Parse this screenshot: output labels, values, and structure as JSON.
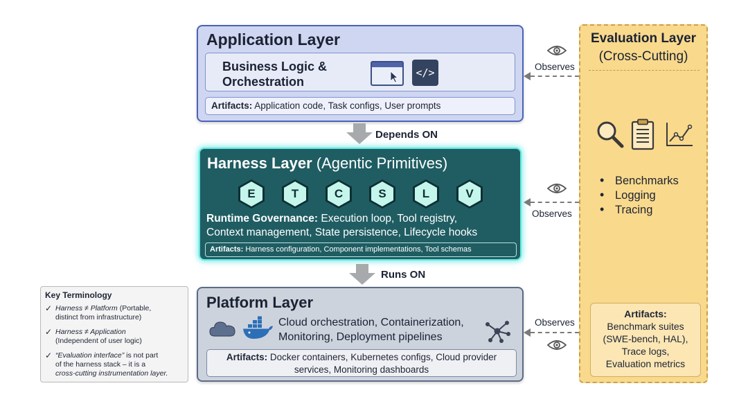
{
  "application_layer": {
    "title": "Application Layer",
    "description": "Business Logic & Orchestration",
    "icons": [
      "browser-window-icon",
      "code-icon"
    ],
    "code_glyph": "</>",
    "artifacts_label": "Artifacts:",
    "artifacts_text": " Application code, Task configs, User prompts"
  },
  "arrow_1": {
    "label": "Depends ON"
  },
  "harness_layer": {
    "title": "Harness Layer",
    "subtitle": " (Agentic Primitives)",
    "primitives": [
      "E",
      "T",
      "C",
      "S",
      "L",
      "V"
    ],
    "runtime_label": "Runtime Governance:",
    "runtime_text_1": " Execution loop, Tool registry,",
    "runtime_text_2": "Context management, State persistence, Lifecycle hooks",
    "artifacts_label": "Artifacts:",
    "artifacts_text": " Harness configuration, Component implementations, Tool schemas"
  },
  "arrow_2": {
    "label": "Runs ON"
  },
  "platform_layer": {
    "title": "Platform Layer",
    "icons": [
      "cloud-icon",
      "docker-whale-icon",
      "network-nodes-icon"
    ],
    "description_1": "Cloud orchestration, Containerization,",
    "description_2": "Monitoring, Deployment pipelines",
    "artifacts_label": "Artifacts:",
    "artifacts_text_1": " Docker containers, Kubernetes configs, Cloud provider",
    "artifacts_text_2": "services, Monitoring dashboards"
  },
  "key_terminology": {
    "title": "Key Terminology",
    "check": "✓",
    "items": [
      {
        "term": "Harness ≠ Platform",
        "detail_1": " (Portable,",
        "detail_2": "distinct from infrastructure)"
      },
      {
        "term": "Harness ≠ Application",
        "detail_1": "",
        "detail_2": "(Independent of user logic)"
      },
      {
        "term": "“Evaluation interface”",
        "detail_1": " is not part",
        "detail_2": "of the harness stack – it is a",
        "detail_3": "cross-cutting instrumentation layer."
      }
    ]
  },
  "evaluation_layer": {
    "title": "Evaluation Layer",
    "subtitle": "(Cross-Cutting)",
    "icons": [
      "magnifier-icon",
      "clipboard-icon",
      "line-chart-icon"
    ],
    "items": [
      "Benchmarks",
      "Logging",
      "Tracing"
    ],
    "artifacts_label": "Artifacts:",
    "artifacts_lines": [
      "Benchmark suites",
      "(SWE-bench, HAL),",
      "Trace logs,",
      "Evaluation metrics"
    ]
  },
  "connectors": {
    "label": "Observes",
    "icon": "eye-icon"
  },
  "colors": {
    "application_fill": "#cfd6f1",
    "harness_fill": "#1f5d62",
    "harness_glow": "#5fe6e0",
    "platform_fill": "#cdd3dd",
    "evaluation_fill": "#f9d98c"
  }
}
